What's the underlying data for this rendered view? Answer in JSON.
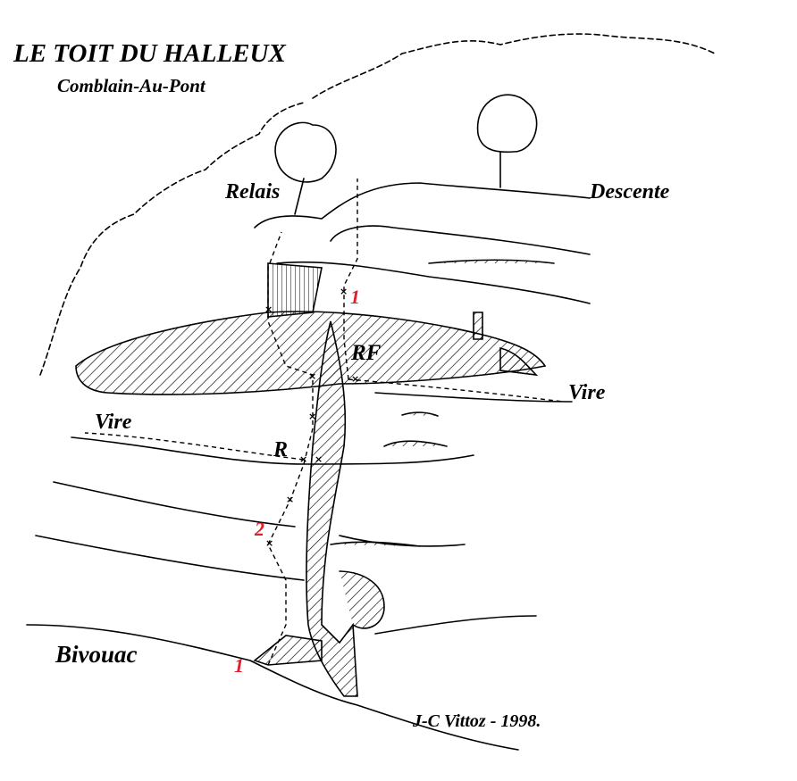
{
  "title": "LE TOIT DU HALLEUX",
  "subtitle": "Comblain-Au-Pont",
  "labels": {
    "relais": "Relais",
    "descente": "Descente",
    "pitch_1_top": "1",
    "rf": "RF",
    "vire_right": "Vire",
    "vire_left": "Vire",
    "r": "R",
    "pitch_2": "2",
    "bivouac": "Bivouac",
    "pitch_1_bottom": "1"
  },
  "signature": "J-C Vittoz - 1998.",
  "colors": {
    "ink": "#000000",
    "pitch_number": "#e0202a"
  }
}
